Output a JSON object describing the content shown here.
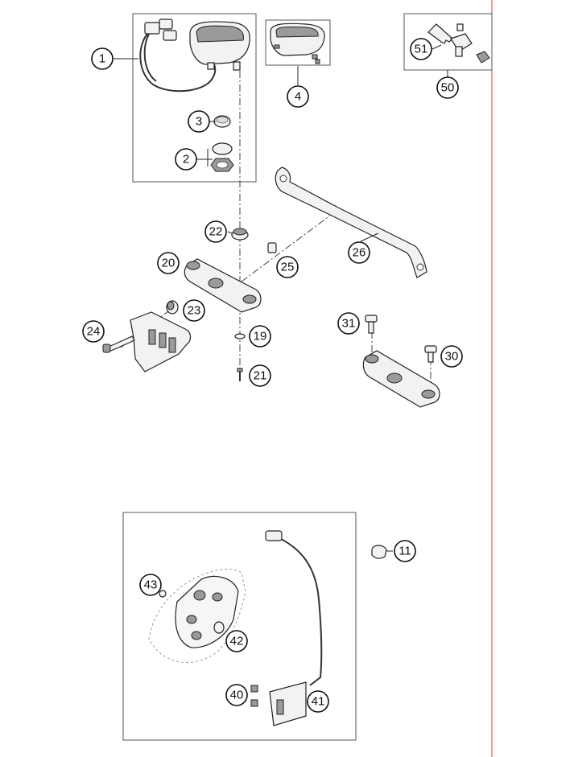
{
  "diagram": {
    "callouts": {
      "c1": "1",
      "c2": "2",
      "c3": "3",
      "c4": "4",
      "c11": "11",
      "c19": "19",
      "c20": "20",
      "c21": "21",
      "c22": "22",
      "c23": "23",
      "c24": "24",
      "c25": "25",
      "c26": "26",
      "c30": "30",
      "c31": "31",
      "c40": "40",
      "c41": "41",
      "c42": "42",
      "c43": "43",
      "c50": "50",
      "c51": "51"
    }
  }
}
